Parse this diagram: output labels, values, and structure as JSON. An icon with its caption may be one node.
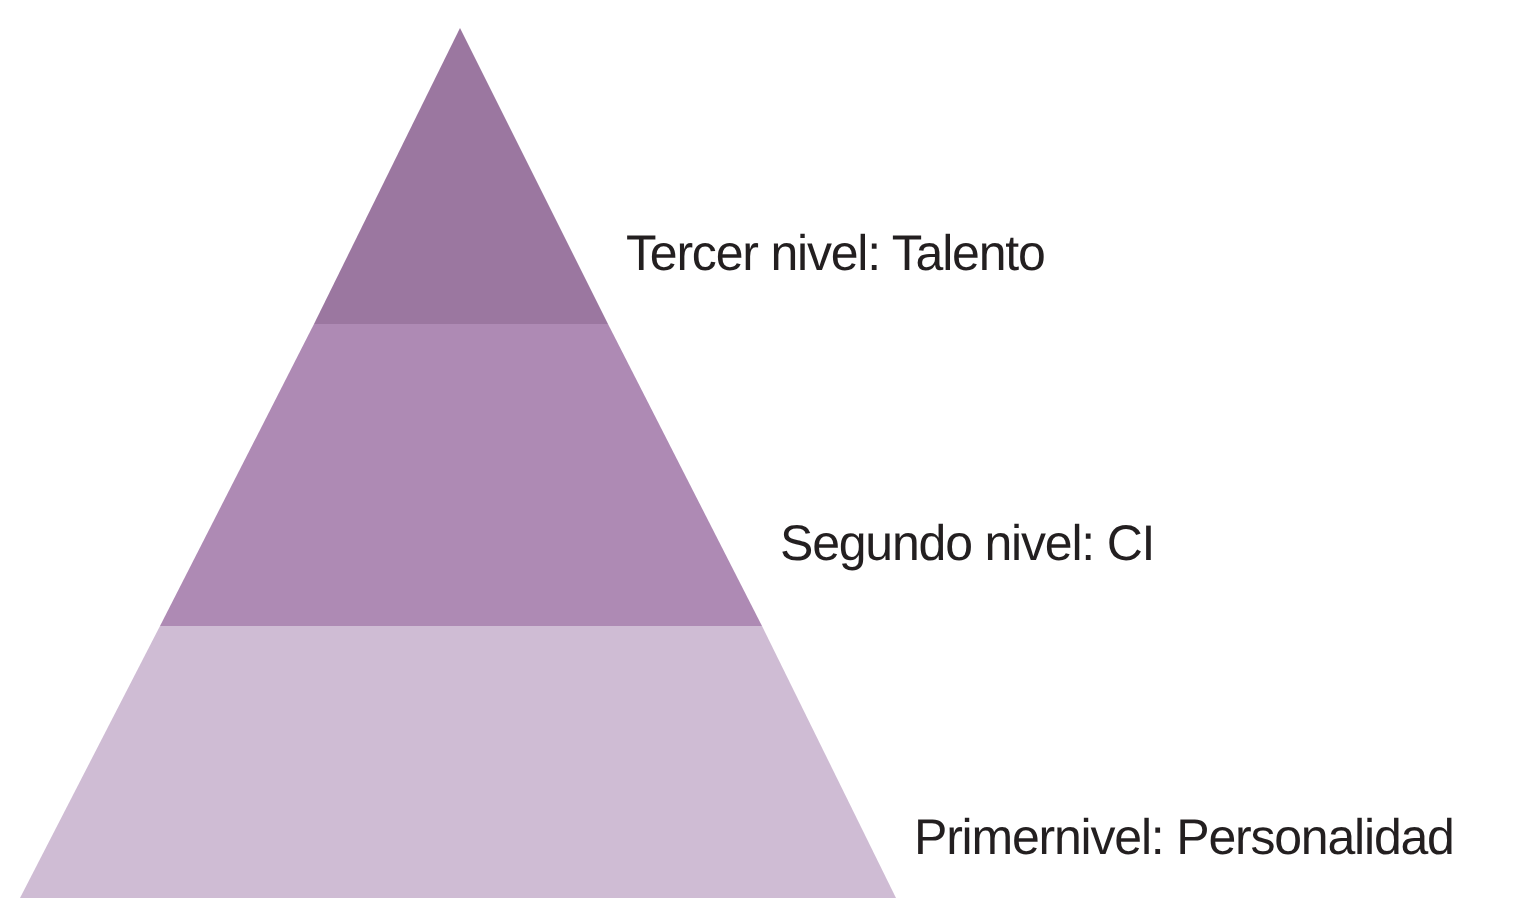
{
  "diagram": {
    "nodes": [
      {
        "text": [
          "Tercer nivel: Talento"
        ]
      },
      {
        "text": [
          "Segundo nivel: CI"
        ]
      },
      {
        "text": [
          "Primernivel: Personalidad"
        ]
      }
    ]
  }
}
